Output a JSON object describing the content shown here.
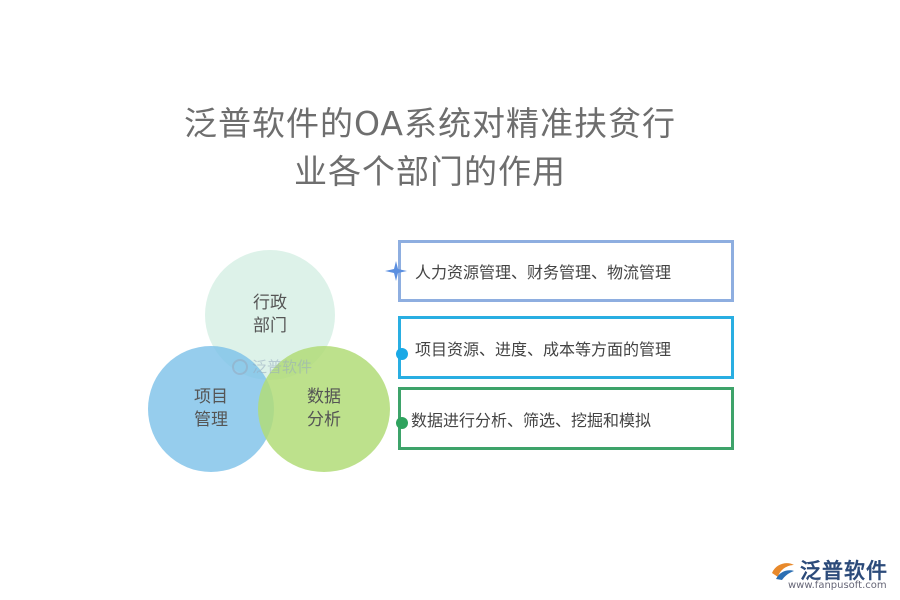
{
  "title": {
    "line1": "泛普软件的OA系统对精准扶贫行",
    "line2": "业各个部门的作用"
  },
  "venn": {
    "admin": "行政\n部门",
    "project": "项目\n管理",
    "data": "数据\n分析",
    "watermark": "泛普软件"
  },
  "items": [
    {
      "text": "人力资源管理、财务管理、物流管理",
      "color": "#8eaee0",
      "marker": "star-icon"
    },
    {
      "text": "项目资源、进度、成本等方面的管理",
      "color": "#29aee2",
      "marker": "dot"
    },
    {
      "text": "数据进行分析、筛选、挖掘和模拟",
      "color": "#3ea36a",
      "marker": "dot"
    }
  ],
  "brand": {
    "name": "泛普软件",
    "url": "www.fanpusoft.com"
  }
}
